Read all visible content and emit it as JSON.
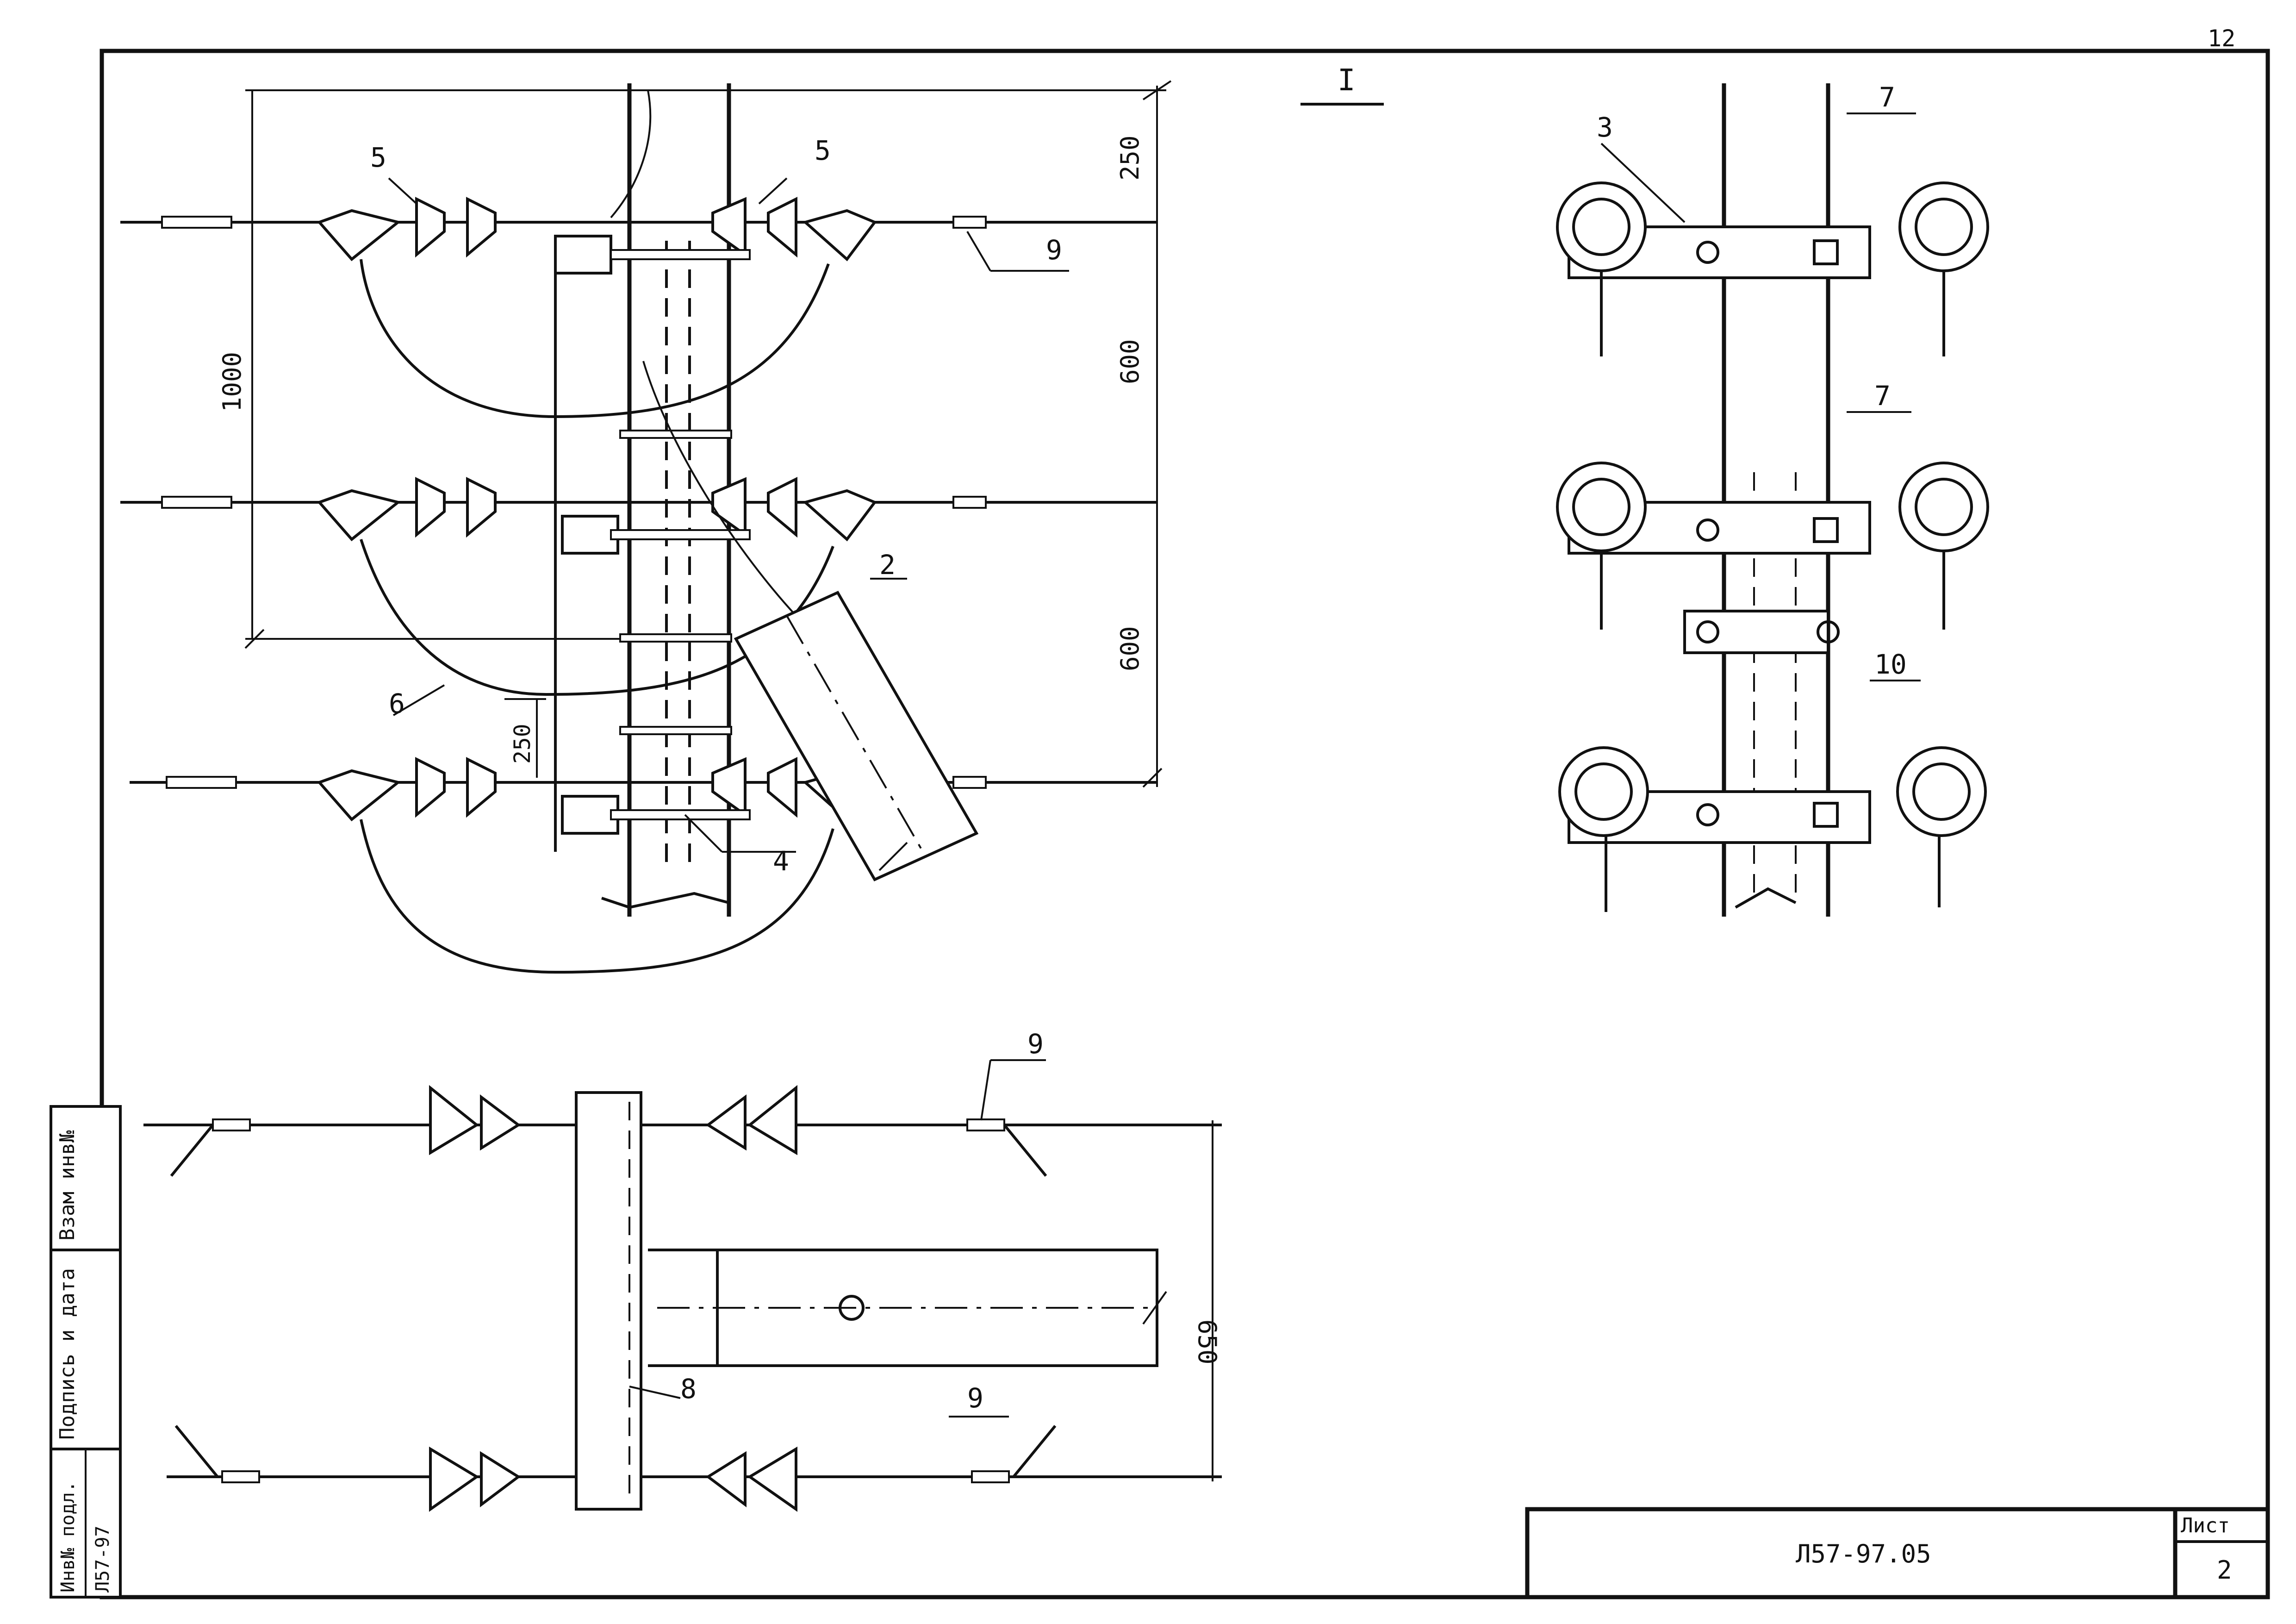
{
  "drawing": {
    "view_label": "I",
    "page_corner_mark": "12",
    "positions": {
      "p5a": "5",
      "p5b": "5",
      "p9a": "9",
      "p2": "2",
      "p6": "6",
      "p4": "4",
      "p3": "3",
      "p7a": "7",
      "p7b": "7",
      "p10": "10",
      "p9b": "9",
      "p9c": "9",
      "p8": "8"
    },
    "dimensions": {
      "d1000": "1000",
      "d250a": "250",
      "d600a": "600",
      "d600b": "600",
      "d250b": "250",
      "d650": "650"
    }
  },
  "side_stamp": {
    "cells": [
      "Взам инв№",
      "Подпись и дата",
      "Инв№ подл."
    ],
    "inv_number": "Л57-97"
  },
  "title_block": {
    "code": "Л57-97.05",
    "sheet_label": "Лист",
    "sheet_number": "2"
  }
}
